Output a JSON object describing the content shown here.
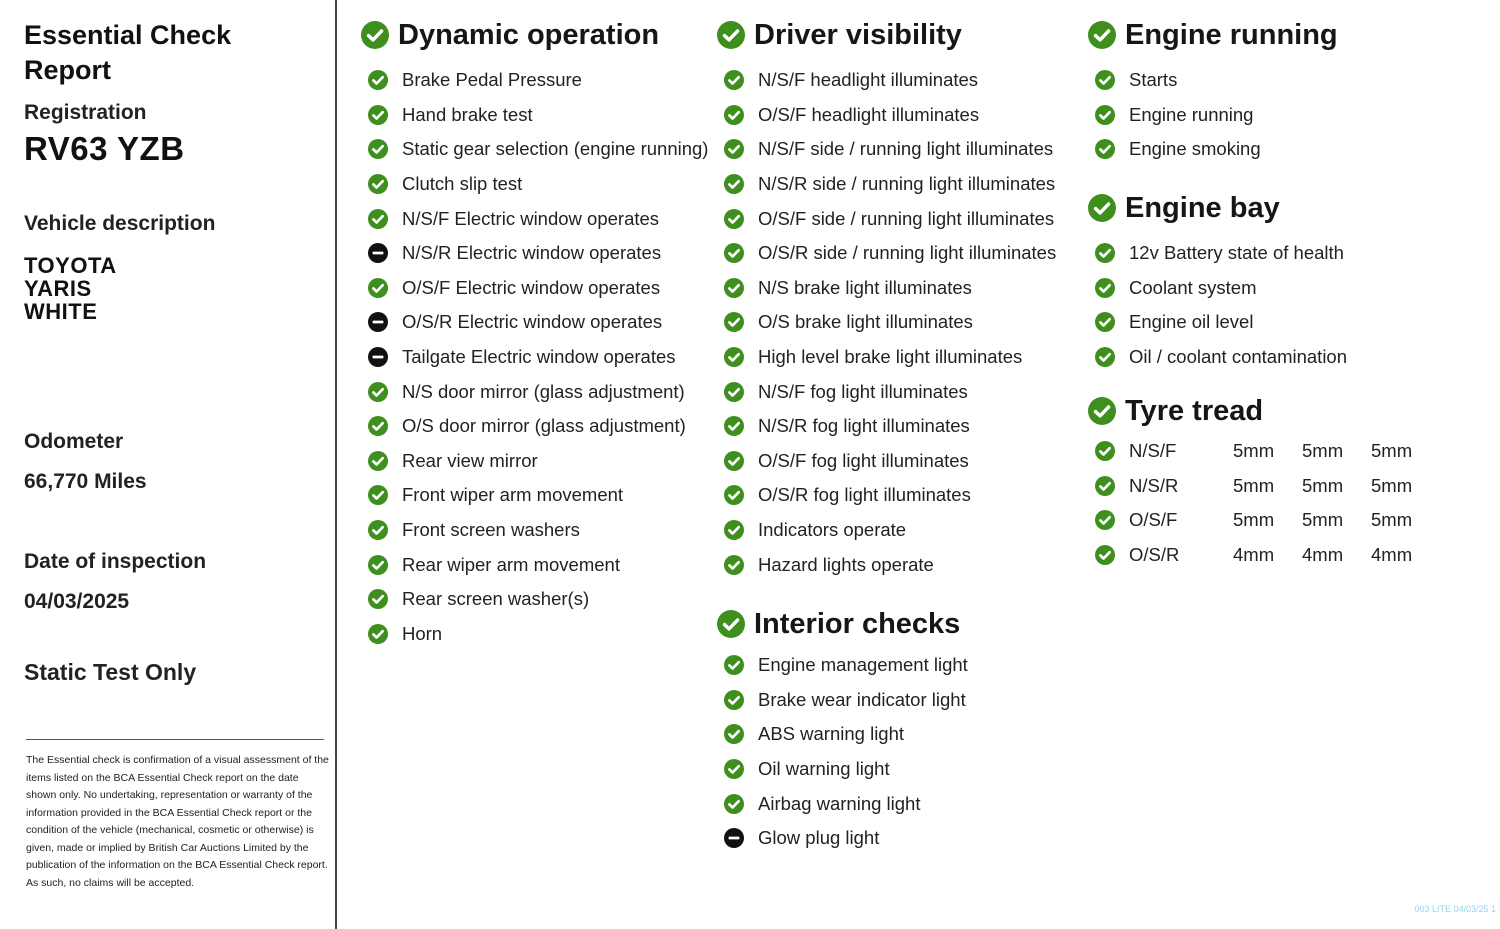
{
  "report": {
    "title": "Essential Check Report",
    "registration_label": "Registration",
    "registration": "RV63 YZB",
    "vehicle_description_label": "Vehicle description",
    "vehicle_lines": [
      "TOYOTA",
      "YARIS",
      "WHITE"
    ],
    "odometer_label": "Odometer",
    "odometer": "66,770 Miles",
    "date_label": "Date of inspection",
    "date": "04/03/2025",
    "static_note": "Static Test Only",
    "disclaimer": "The Essential check is confirmation of a visual assessment of the items listed on the BCA Essential Check report on the date shown only. No undertaking, representation or warranty of the information provided in the BCA Essential Check report or the condition of the vehicle (mechanical, cosmetic or otherwise) is given, made or implied by British Car Auctions Limited by the publication of the information on the BCA Essential Check report. As such, no claims will be accepted.",
    "watermark": "003 LITE 04/03/25 1"
  },
  "colors": {
    "pass": "#3f8f1f",
    "not_tested": "#111111"
  },
  "sections": {
    "dynamic": {
      "title": "Dynamic operation",
      "items": [
        {
          "label": "Brake Pedal Pressure",
          "status": "pass"
        },
        {
          "label": "Hand brake test",
          "status": "pass"
        },
        {
          "label": "Static gear selection (engine running)",
          "status": "pass"
        },
        {
          "label": "Clutch slip test",
          "status": "pass"
        },
        {
          "label": "N/S/F Electric window operates",
          "status": "pass"
        },
        {
          "label": "N/S/R Electric window operates",
          "status": "not_tested"
        },
        {
          "label": "O/S/F Electric window operates",
          "status": "pass"
        },
        {
          "label": "O/S/R Electric window operates",
          "status": "not_tested"
        },
        {
          "label": "Tailgate Electric window operates",
          "status": "not_tested"
        },
        {
          "label": "N/S door mirror (glass adjustment)",
          "status": "pass"
        },
        {
          "label": "O/S door mirror (glass adjustment)",
          "status": "pass"
        },
        {
          "label": "Rear view mirror",
          "status": "pass"
        },
        {
          "label": "Front wiper arm movement",
          "status": "pass"
        },
        {
          "label": "Front screen washers",
          "status": "pass"
        },
        {
          "label": "Rear wiper arm movement",
          "status": "pass"
        },
        {
          "label": "Rear screen washer(s)",
          "status": "pass"
        },
        {
          "label": "Horn",
          "status": "pass"
        }
      ]
    },
    "visibility": {
      "title": "Driver visibility",
      "items": [
        {
          "label": "N/S/F headlight illuminates",
          "status": "pass"
        },
        {
          "label": "O/S/F headlight illuminates",
          "status": "pass"
        },
        {
          "label": "N/S/F side / running light illuminates",
          "status": "pass"
        },
        {
          "label": "N/S/R side / running light illuminates",
          "status": "pass"
        },
        {
          "label": "O/S/F side / running light illuminates",
          "status": "pass"
        },
        {
          "label": "O/S/R side / running light illuminates",
          "status": "pass"
        },
        {
          "label": "N/S brake light illuminates",
          "status": "pass"
        },
        {
          "label": "O/S brake light illuminates",
          "status": "pass"
        },
        {
          "label": "High level brake light illuminates",
          "status": "pass"
        },
        {
          "label": "N/S/F fog light illuminates",
          "status": "pass"
        },
        {
          "label": "N/S/R fog light illuminates",
          "status": "pass"
        },
        {
          "label": "O/S/F fog light illuminates",
          "status": "pass"
        },
        {
          "label": "O/S/R fog light illuminates",
          "status": "pass"
        },
        {
          "label": "Indicators operate",
          "status": "pass"
        },
        {
          "label": "Hazard lights operate",
          "status": "pass"
        }
      ]
    },
    "interior": {
      "title": "Interior checks",
      "items": [
        {
          "label": "Engine management light",
          "status": "pass"
        },
        {
          "label": "Brake wear indicator light",
          "status": "pass"
        },
        {
          "label": "ABS warning light",
          "status": "pass"
        },
        {
          "label": "Oil warning light",
          "status": "pass"
        },
        {
          "label": "Airbag warning light",
          "status": "pass"
        },
        {
          "label": "Glow plug light",
          "status": "not_tested"
        }
      ]
    },
    "engine_running": {
      "title": "Engine running",
      "items": [
        {
          "label": "Starts",
          "status": "pass"
        },
        {
          "label": "Engine running",
          "status": "pass"
        },
        {
          "label": "Engine smoking",
          "status": "pass"
        }
      ]
    },
    "engine_bay": {
      "title": "Engine bay",
      "items": [
        {
          "label": "12v Battery state of health",
          "status": "pass"
        },
        {
          "label": "Coolant system",
          "status": "pass"
        },
        {
          "label": "Engine oil level",
          "status": "pass"
        },
        {
          "label": "Oil / coolant contamination",
          "status": "pass"
        }
      ]
    },
    "tyre_tread": {
      "title": "Tyre tread",
      "rows": [
        {
          "position": "N/S/F",
          "values": [
            "5mm",
            "5mm",
            "5mm"
          ],
          "status": "pass"
        },
        {
          "position": "N/S/R",
          "values": [
            "5mm",
            "5mm",
            "5mm"
          ],
          "status": "pass"
        },
        {
          "position": "O/S/F",
          "values": [
            "5mm",
            "5mm",
            "5mm"
          ],
          "status": "pass"
        },
        {
          "position": "O/S/R",
          "values": [
            "4mm",
            "4mm",
            "4mm"
          ],
          "status": "pass"
        }
      ]
    }
  }
}
